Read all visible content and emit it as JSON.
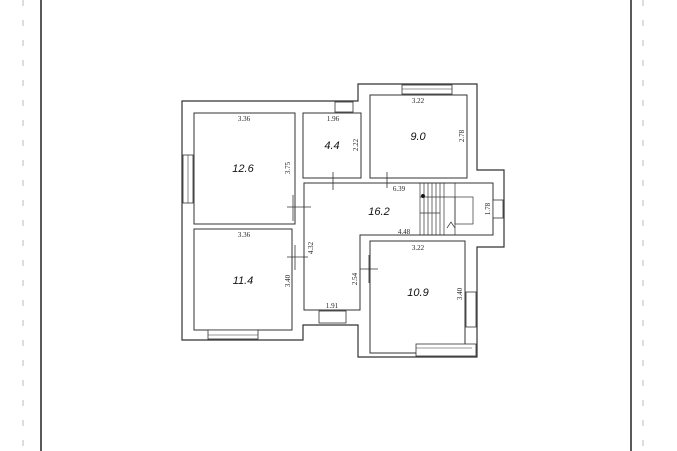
{
  "plan": {
    "rooms": [
      {
        "id": "room-1",
        "area": "12.6",
        "width": "3.36",
        "depth": "3.75"
      },
      {
        "id": "room-2",
        "area": "11.4",
        "width": "3.36",
        "depth": "3.40"
      },
      {
        "id": "room-3",
        "area": "4.4",
        "width": "1.96",
        "depth": "2.22"
      },
      {
        "id": "room-4",
        "area": "9.0",
        "width": "3.22",
        "depth": "2.78"
      },
      {
        "id": "hall",
        "area": "16.2",
        "width": "6.39",
        "width2": "4.48",
        "depth": "4.32",
        "depth2": "2.54",
        "bottom": "1.91",
        "stair": "1.78"
      },
      {
        "id": "room-5",
        "area": "10.9",
        "width": "3.22",
        "depth": "3.40"
      }
    ]
  }
}
